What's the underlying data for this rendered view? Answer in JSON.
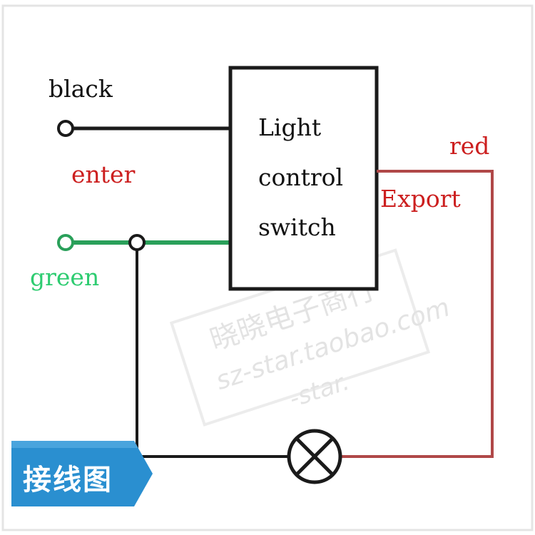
{
  "labels": {
    "black": "black",
    "enter": "enter",
    "green": "green",
    "red": "red",
    "export": "Export"
  },
  "switch_box": {
    "line1": "Light",
    "line2": "control",
    "line3": "switch"
  },
  "banner": {
    "text": "接线图"
  },
  "watermark": {
    "line1": "晓晓电子商行",
    "line2": "sz-star.taobao.com",
    "line3": "-star."
  },
  "colors": {
    "black_wire": "#1a1a1a",
    "green_wire": "#2aa05a",
    "red_wire": "#b04848",
    "label_red": "#cc1f1f",
    "label_green": "#2ecc71",
    "banner_blue": "#2a8fd0"
  },
  "icons": {
    "lamp": "lamp-cross-icon",
    "terminal": "terminal-ring-icon"
  }
}
